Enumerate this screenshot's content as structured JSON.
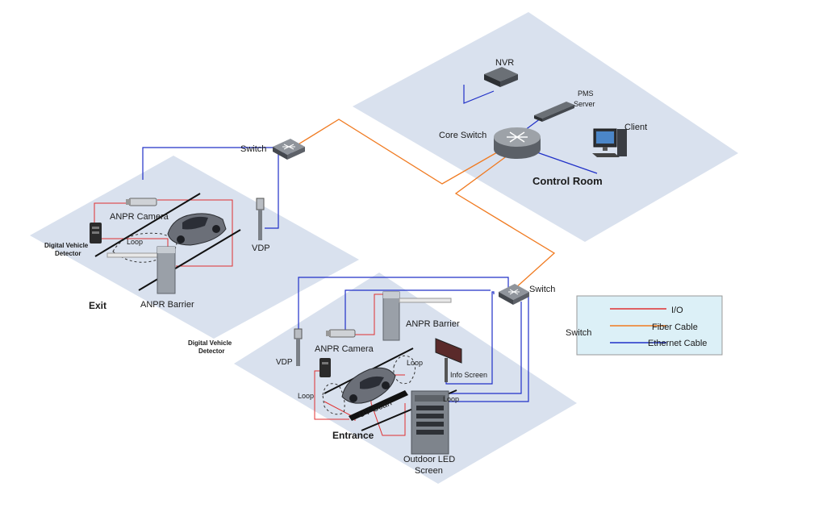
{
  "colors": {
    "zone": "#d9e1ee",
    "io": "#e03030",
    "fiber": "#f07a20",
    "ethernet": "#2030c8",
    "legend_bg": "#dcf0f7"
  },
  "control_room": {
    "title": "Control Room",
    "nvr": "NVR",
    "pms_line1": "PMS",
    "pms_line2": "Server",
    "client": "Client",
    "core_switch": "Core Switch"
  },
  "exit": {
    "title": "Exit",
    "switch": "Switch",
    "camera": "ANPR Camera",
    "detector_line1": "Digital Vehicle",
    "detector_line2": "Detector",
    "loop": "Loop",
    "vdp": "VDP",
    "barrier": "ANPR Barrier"
  },
  "entrance": {
    "title": "Entrance",
    "switch": "Switch",
    "detector_line1": "Digital Vehicle",
    "detector_line2": "Detector",
    "vdp": "VDP",
    "camera": "ANPR Camera",
    "barrier": "ANPR Barrier",
    "loop_right": "Loop",
    "loop_left": "Loop",
    "loop_bottom": "Loop",
    "info_screen": "Info Screen",
    "uv_scan": "UV Scan",
    "led_line1": "Outdoor LED",
    "led_line2": "Screen"
  },
  "legend": {
    "switch": "Switch",
    "io": "I/O",
    "fiber": "Fiber Cable",
    "ethernet": "Ethernet Cable"
  }
}
